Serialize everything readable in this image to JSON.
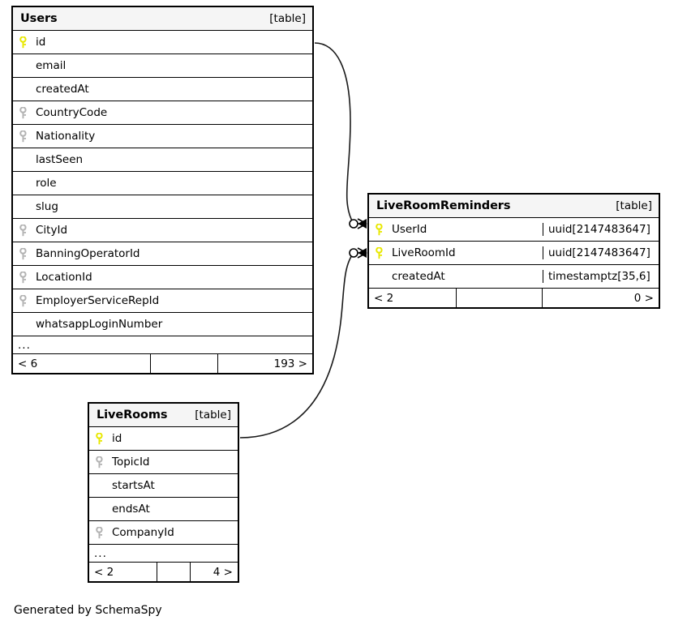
{
  "diagram": {
    "kind_label": "[table]",
    "ellipsis": "...",
    "footer_credit": "Generated by SchemaSpy",
    "colors": {
      "primary_key": "#e8e800",
      "foreign_key": "#b3b3b3",
      "border": "#000000",
      "header_bg": "#f5f5f5",
      "background": "#ffffff"
    }
  },
  "tables": [
    {
      "id": "users",
      "name": "Users",
      "kind": "[table]",
      "columns": [
        {
          "name": "id",
          "key": "primary",
          "type": ""
        },
        {
          "name": "email",
          "key": "none",
          "type": ""
        },
        {
          "name": "createdAt",
          "key": "none",
          "type": ""
        },
        {
          "name": "CountryCode",
          "key": "foreign",
          "type": ""
        },
        {
          "name": "Nationality",
          "key": "foreign",
          "type": ""
        },
        {
          "name": "lastSeen",
          "key": "none",
          "type": ""
        },
        {
          "name": "role",
          "key": "none",
          "type": ""
        },
        {
          "name": "slug",
          "key": "none",
          "type": ""
        },
        {
          "name": "CityId",
          "key": "foreign",
          "type": ""
        },
        {
          "name": "BanningOperatorId",
          "key": "foreign",
          "type": ""
        },
        {
          "name": "LocationId",
          "key": "foreign",
          "type": ""
        },
        {
          "name": "EmployerServiceRepId",
          "key": "foreign",
          "type": ""
        },
        {
          "name": "whatsappLoginNumber",
          "key": "none",
          "type": ""
        }
      ],
      "has_more": true,
      "footer": {
        "left": "< 6",
        "middle": "",
        "right": "193 >"
      }
    },
    {
      "id": "liveroomreminders",
      "name": "LiveRoomReminders",
      "kind": "[table]",
      "columns": [
        {
          "name": "UserId",
          "key": "primary",
          "type": "uuid[2147483647]"
        },
        {
          "name": "LiveRoomId",
          "key": "primary",
          "type": "uuid[2147483647]"
        },
        {
          "name": "createdAt",
          "key": "none",
          "type": "timestamptz[35,6]"
        }
      ],
      "has_more": false,
      "footer": {
        "left": "< 2",
        "middle": "",
        "right": "0 >"
      }
    },
    {
      "id": "liverooms",
      "name": "LiveRooms",
      "kind": "[table]",
      "columns": [
        {
          "name": "id",
          "key": "primary",
          "type": ""
        },
        {
          "name": "TopicId",
          "key": "foreign",
          "type": ""
        },
        {
          "name": "startsAt",
          "key": "none",
          "type": ""
        },
        {
          "name": "endsAt",
          "key": "none",
          "type": ""
        },
        {
          "name": "CompanyId",
          "key": "foreign",
          "type": ""
        }
      ],
      "has_more": true,
      "footer": {
        "left": "< 2",
        "middle": "",
        "right": "4 >"
      }
    }
  ],
  "relationships": [
    {
      "from_table": "Users",
      "from_column": "id",
      "to_table": "LiveRoomReminders",
      "to_column": "UserId",
      "cardinality": "zero-or-many"
    },
    {
      "from_table": "LiveRooms",
      "from_column": "id",
      "to_table": "LiveRoomReminders",
      "to_column": "LiveRoomId",
      "cardinality": "zero-or-many"
    }
  ]
}
